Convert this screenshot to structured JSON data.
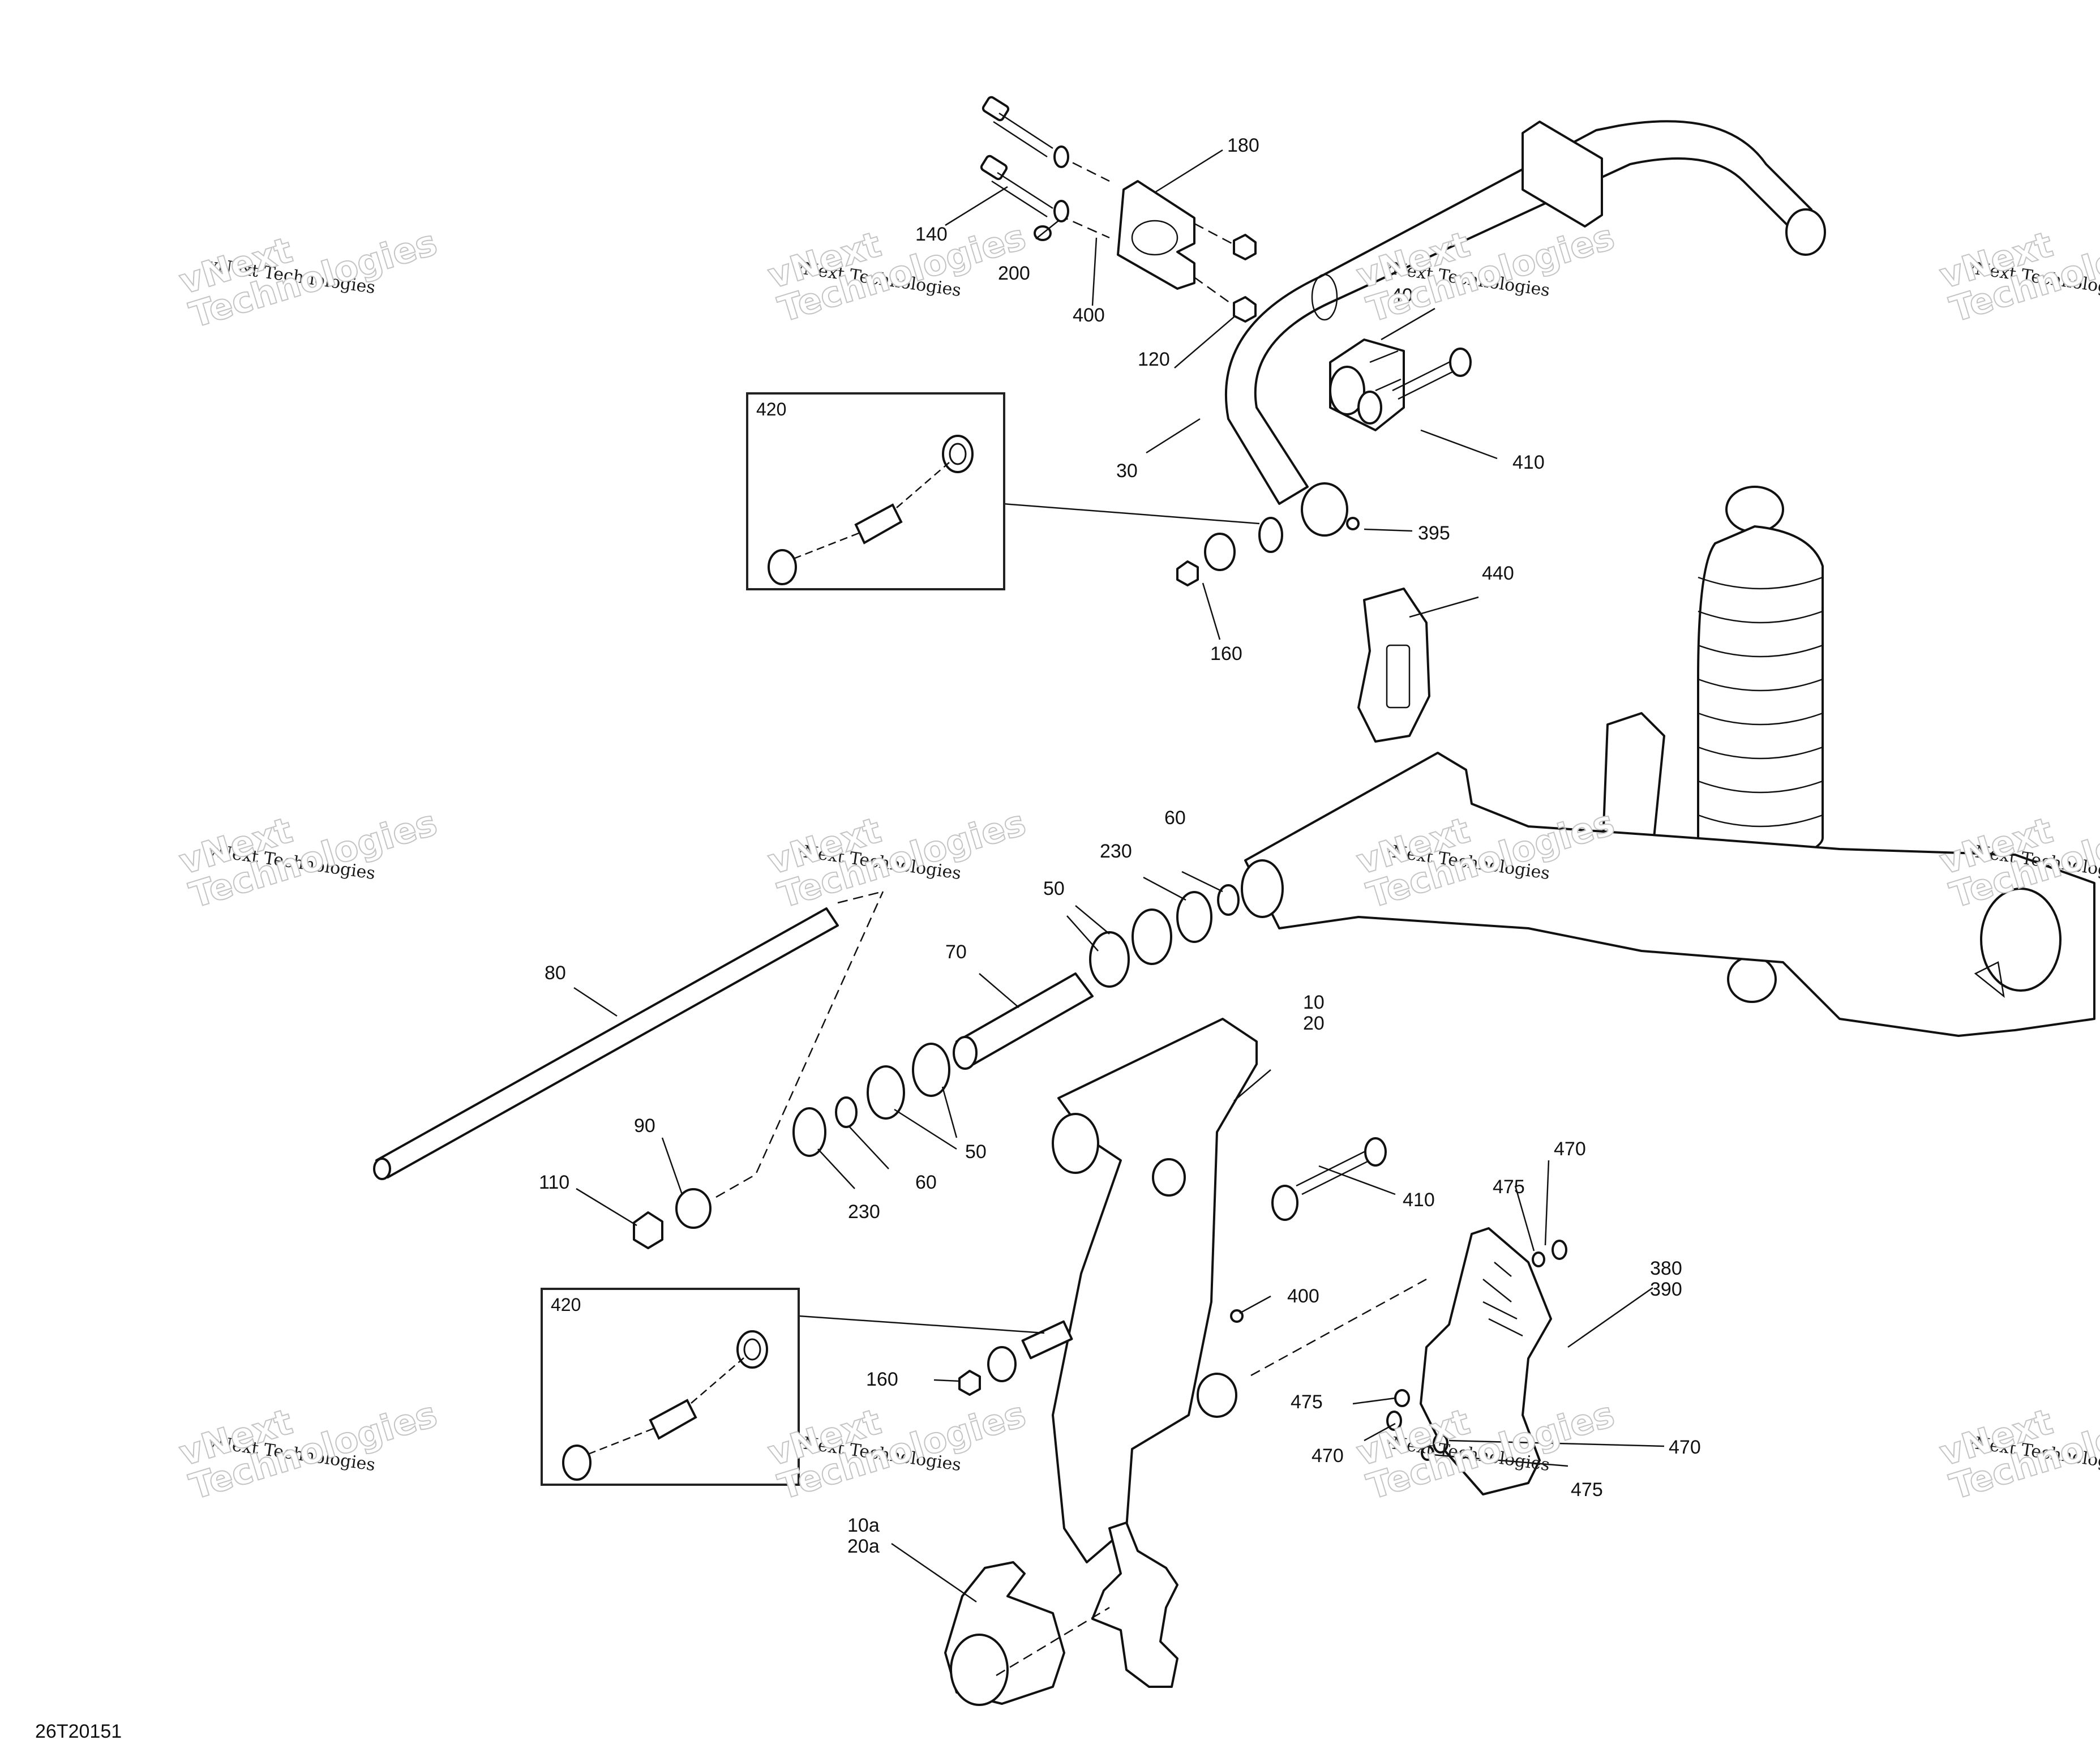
{
  "diagram": {
    "title": "Rear suspension exploded parts diagram",
    "drawing_code": "26T20151",
    "watermark": {
      "small_text": "vNext Technologies",
      "big_text_line1": "vNext",
      "big_text_line2": "Technologies"
    },
    "callouts": [
      {
        "id": "c180",
        "label": "180"
      },
      {
        "id": "c140",
        "label": "140"
      },
      {
        "id": "c200",
        "label": "200"
      },
      {
        "id": "c400a",
        "label": "400"
      },
      {
        "id": "c120",
        "label": "120"
      },
      {
        "id": "c40",
        "label": "40"
      },
      {
        "id": "c410a",
        "label": "410"
      },
      {
        "id": "c30",
        "label": "30"
      },
      {
        "id": "c395",
        "label": "395"
      },
      {
        "id": "c160a",
        "label": "160"
      },
      {
        "id": "c440",
        "label": "440"
      },
      {
        "id": "c60a",
        "label": "60"
      },
      {
        "id": "c230a",
        "label": "230"
      },
      {
        "id": "c50a",
        "label": "50"
      },
      {
        "id": "c70",
        "label": "70"
      },
      {
        "id": "c80",
        "label": "80"
      },
      {
        "id": "c90",
        "label": "90"
      },
      {
        "id": "c110",
        "label": "110"
      },
      {
        "id": "c230b",
        "label": "230"
      },
      {
        "id": "c60b",
        "label": "60"
      },
      {
        "id": "c50b",
        "label": "50"
      },
      {
        "id": "c10_20",
        "label": "10\n20"
      },
      {
        "id": "c410b",
        "label": "410"
      },
      {
        "id": "c400b",
        "label": "400"
      },
      {
        "id": "c160b",
        "label": "160"
      },
      {
        "id": "c470a",
        "label": "470"
      },
      {
        "id": "c475a",
        "label": "475"
      },
      {
        "id": "c380_390",
        "label": "380\n390"
      },
      {
        "id": "c475b",
        "label": "475"
      },
      {
        "id": "c470b",
        "label": "470"
      },
      {
        "id": "c470c",
        "label": "470"
      },
      {
        "id": "c475c",
        "label": "475"
      },
      {
        "id": "c10a_20a",
        "label": "10a\n20a"
      }
    ],
    "insets": [
      {
        "id": "inset-top",
        "label": "420"
      },
      {
        "id": "inset-bottom",
        "label": "420"
      }
    ]
  }
}
